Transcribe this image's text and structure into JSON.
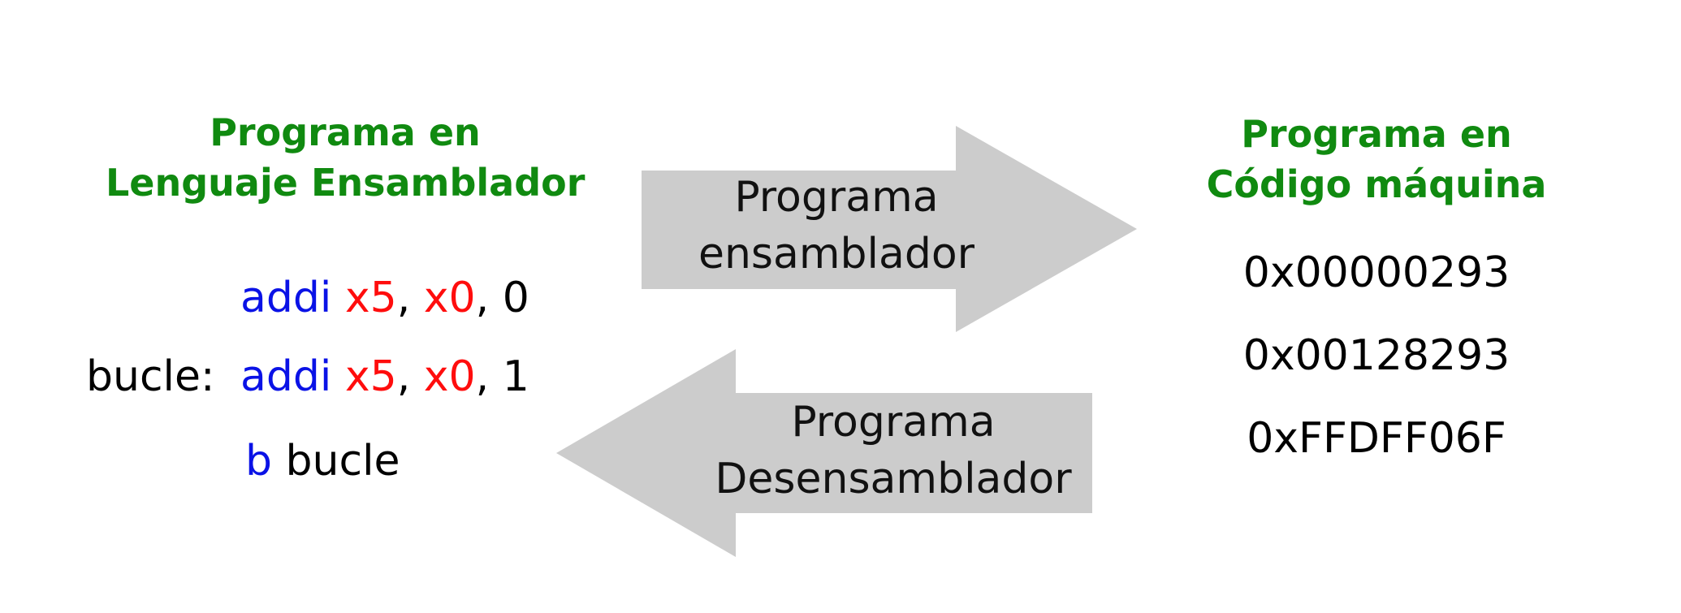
{
  "colors": {
    "heading": "#108a10",
    "instruction": "#0a12e6",
    "register": "#ff0d0d",
    "arrow_fill": "#cccccc",
    "text": "#000000"
  },
  "left_panel": {
    "title_line1": "Programa en",
    "title_line2": "Lenguaje Ensamblador",
    "lines": [
      {
        "label": "",
        "op": "addi",
        "r1": "x5",
        "sep1": ", ",
        "r2": "x0",
        "imm": ", 0"
      },
      {
        "label": "bucle:",
        "op": "addi",
        "r1": "x5",
        "sep1": ", ",
        "r2": "x0",
        "imm": ", 1"
      },
      {
        "label": "",
        "op": "b",
        "target": " bucle"
      }
    ]
  },
  "right_panel": {
    "title_line1": "Programa en",
    "title_line2": "Código máquina",
    "codes": [
      "0x00000293",
      "0x00128293",
      "0xFFDFF06F"
    ]
  },
  "arrows": {
    "assembler": {
      "line1": "Programa",
      "line2": "ensamblador",
      "direction": "right"
    },
    "disassembler": {
      "line1": "Programa",
      "line2": "Desensamblador",
      "direction": "left"
    }
  }
}
